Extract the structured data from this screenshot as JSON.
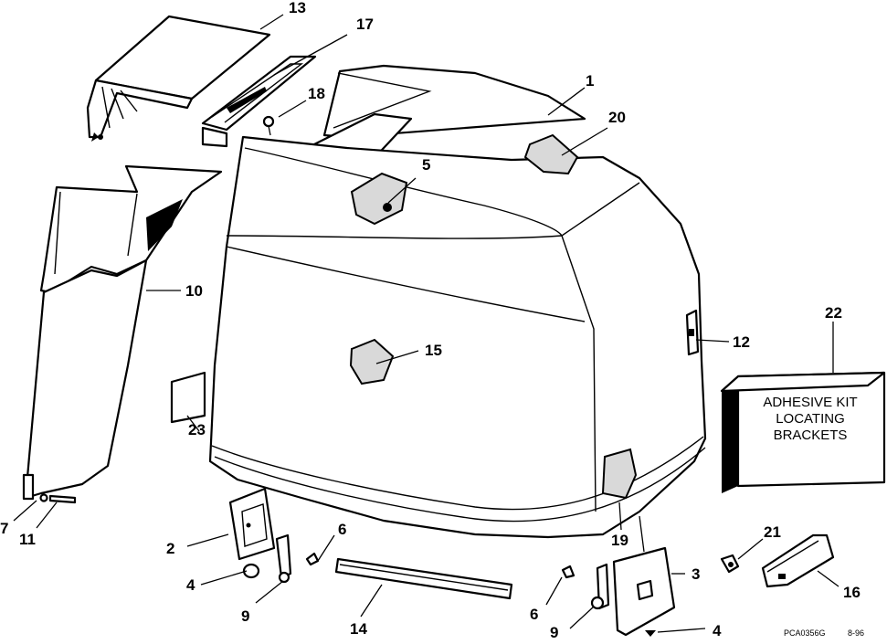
{
  "callouts": {
    "c1": "1",
    "c2": "2",
    "c3": "3",
    "c4a": "4",
    "c4b": "4",
    "c5": "5",
    "c6a": "6",
    "c6b": "6",
    "c7": "7",
    "c9a": "9",
    "c9b": "9",
    "c10": "10",
    "c11": "11",
    "c12": "12",
    "c13": "13",
    "c14": "14",
    "c15": "15",
    "c16": "16",
    "c17": "17",
    "c18": "18",
    "c19": "19",
    "c20": "20",
    "c21": "21",
    "c22": "22",
    "c23": "23"
  },
  "kit_box": {
    "line1": "ADHESIVE KIT",
    "line2": "LOCATING",
    "line3": "BRACKETS"
  },
  "footer": {
    "drawing_code": "PCA0356G",
    "date": "8-96"
  }
}
